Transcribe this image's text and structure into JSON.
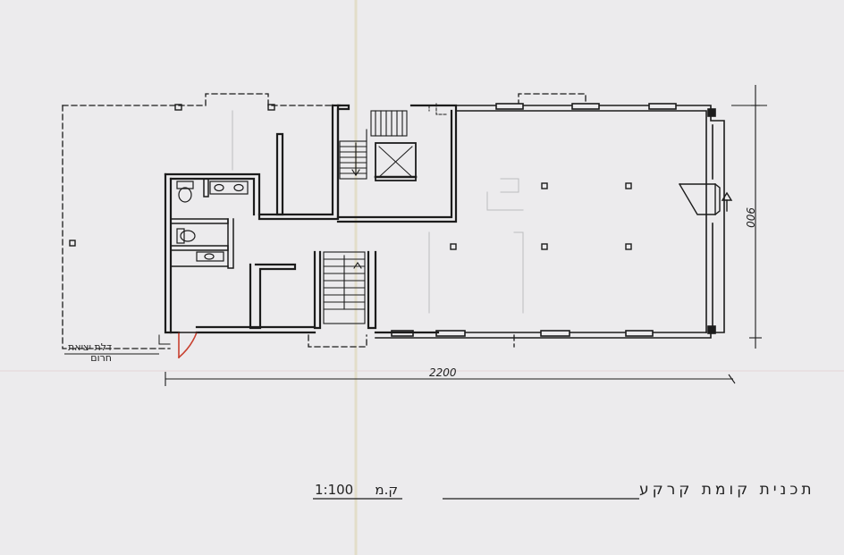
{
  "drawing": {
    "title_hebrew": "תכנית קומת קרקע",
    "scale_label": "ק.מ",
    "scale_value": "1:100",
    "dim_width": "2200",
    "dim_height": "900",
    "exit_door_note_line1": "דלת יציאת",
    "exit_door_note_line2": "חרום"
  },
  "colors": {
    "paper": "#ecebed",
    "ink": "#1c1c1c",
    "accent_red": "#c8402f"
  }
}
